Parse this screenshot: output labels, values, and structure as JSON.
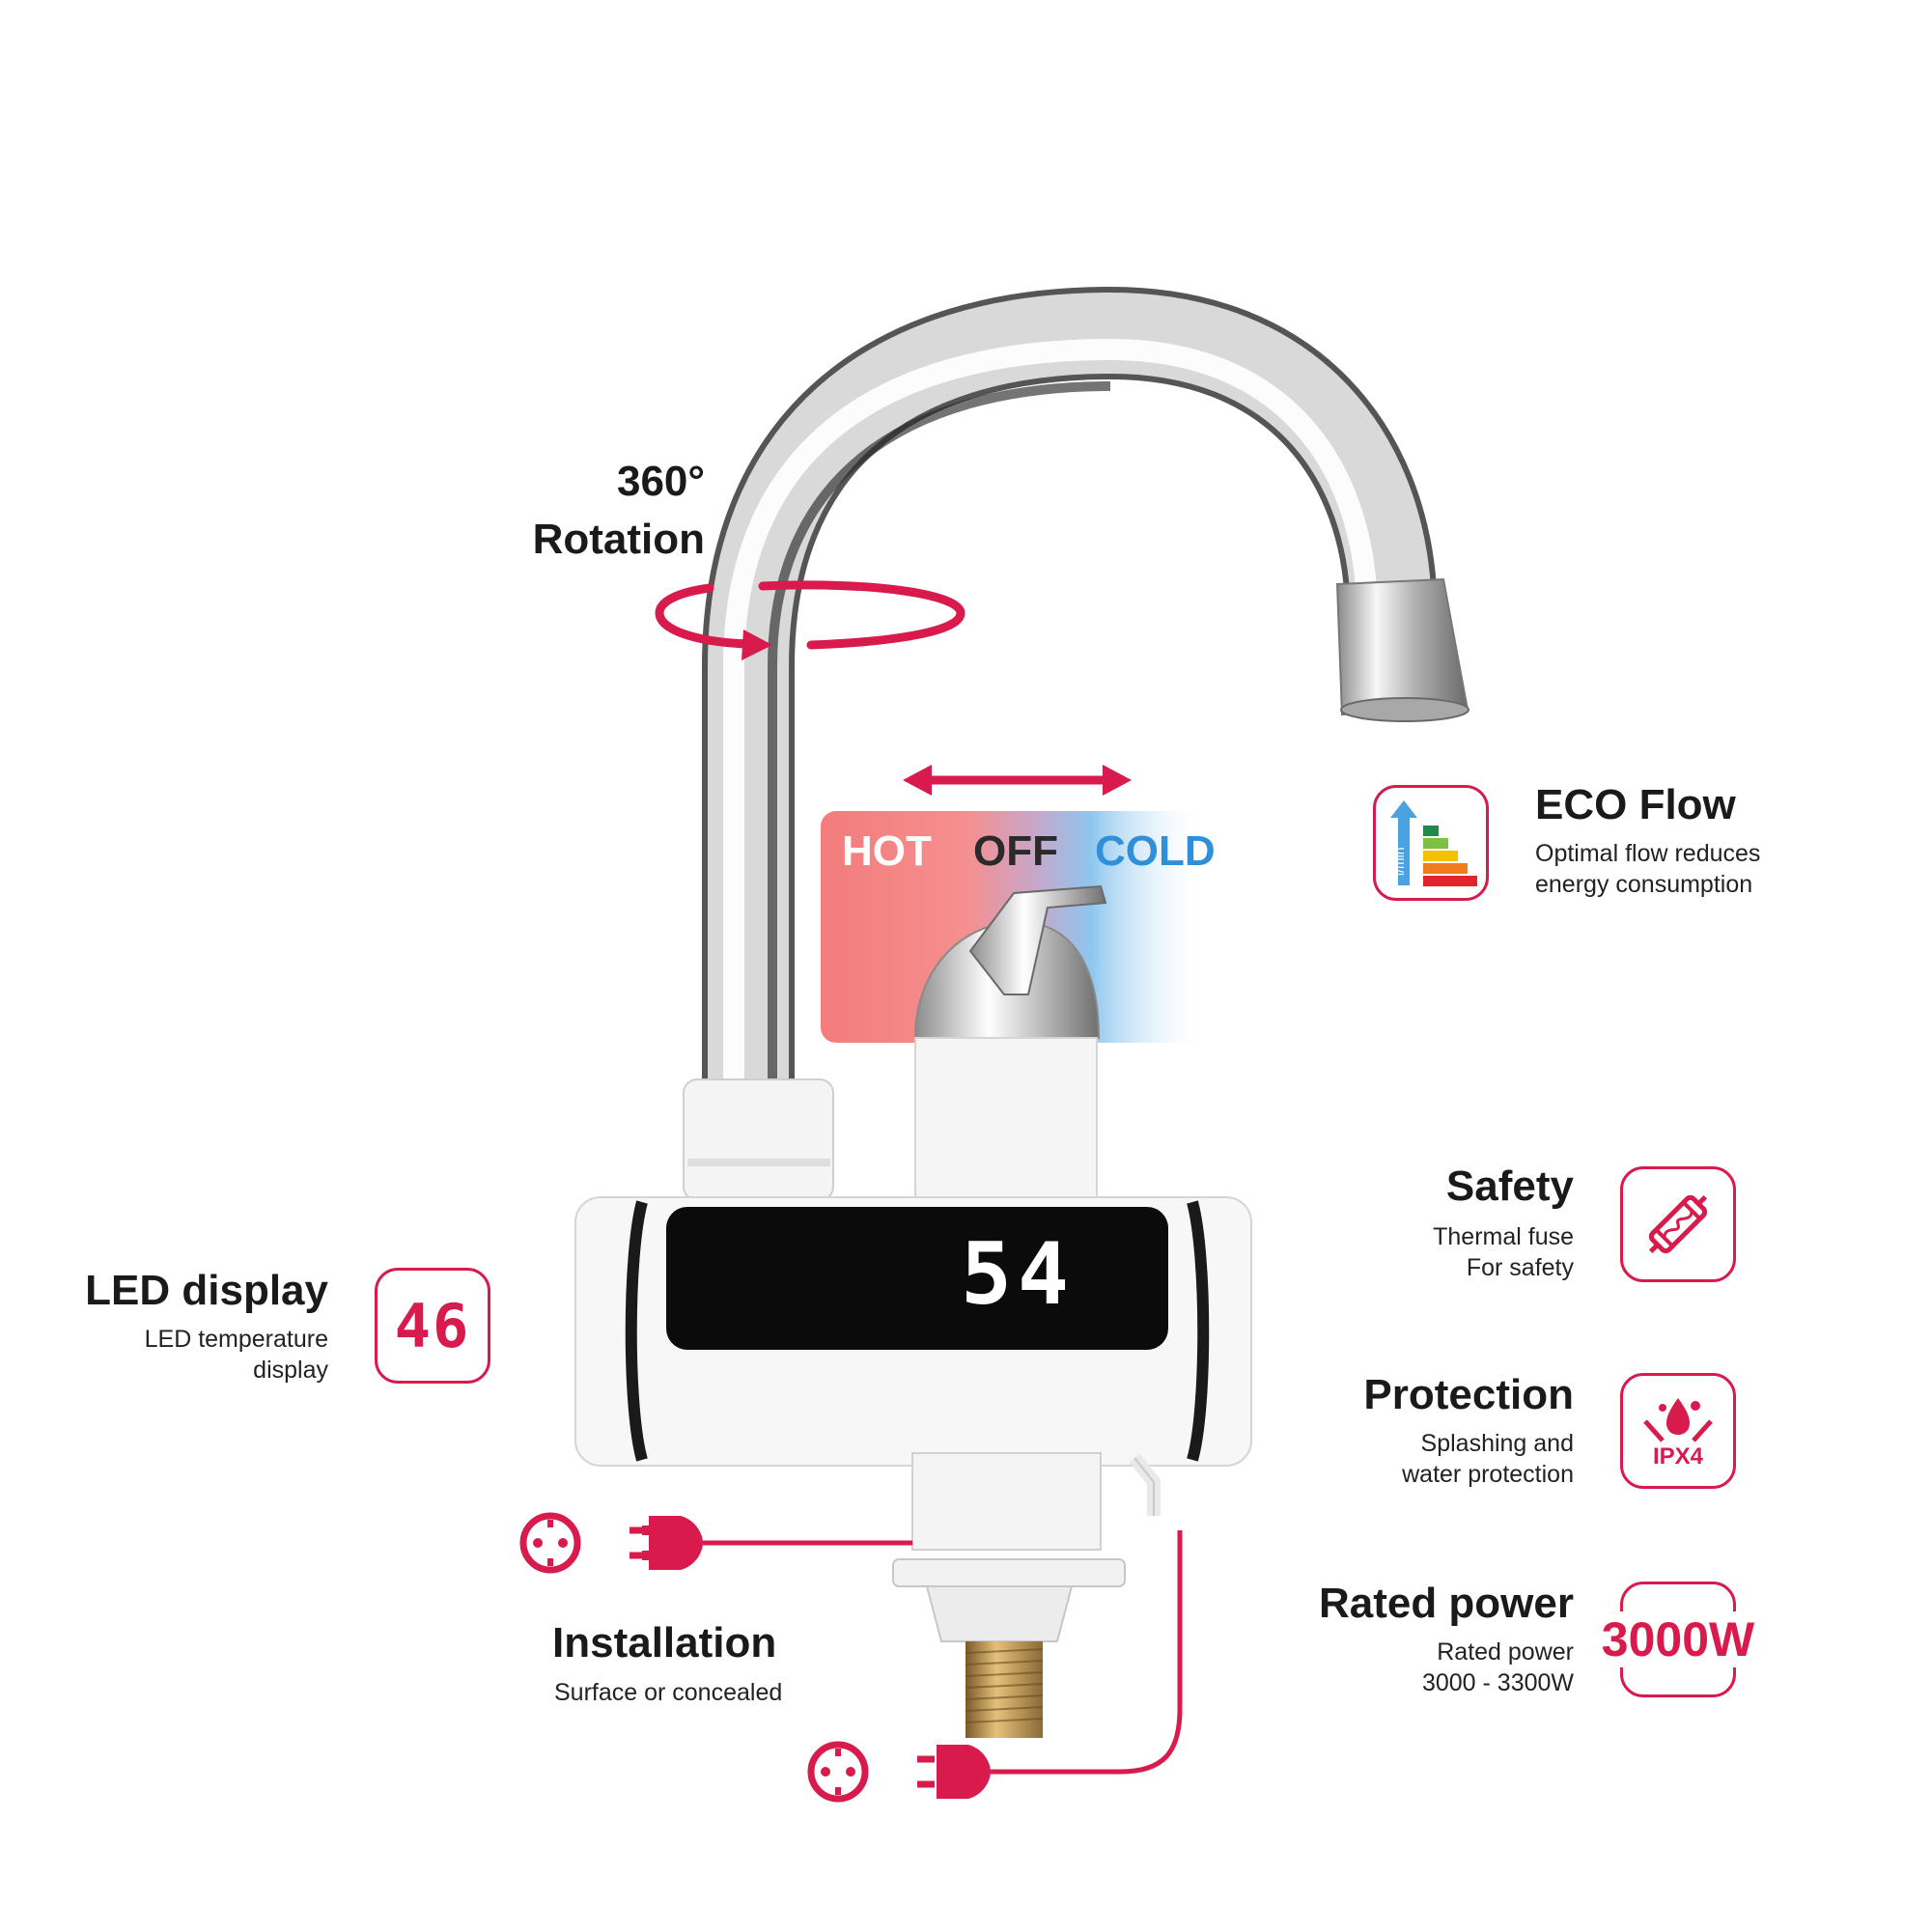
{
  "rotation": {
    "degrees": "360°",
    "label": "Rotation"
  },
  "lever": {
    "hot": "HOT",
    "off": "OFF",
    "cold": "COLD"
  },
  "eco": {
    "title": "ECO Flow",
    "line1": "Optimal flow reduces",
    "line2": "energy consumption",
    "icon_unit": "l/min",
    "icon": "eco-flow-bars-icon"
  },
  "safety": {
    "title": "Safety",
    "line1": "Thermal fuse",
    "line2": "For safety",
    "icon": "fuse-icon"
  },
  "led": {
    "title": "LED display",
    "line1": "LED temperature",
    "line2": "display",
    "icon_value": "46",
    "screen_value": "54"
  },
  "protection": {
    "title": "Protection",
    "line1": "Splashing and",
    "line2": "water protection",
    "badge": "IPX4",
    "icon": "water-drop-icon"
  },
  "power": {
    "title": "Rated power",
    "line1": "Rated power",
    "line2": "3000 - 3300W",
    "badge": "3000W"
  },
  "installation": {
    "title": "Installation",
    "line1": "Surface or concealed",
    "icons": [
      "socket-icon",
      "plug-icon"
    ]
  },
  "colors": {
    "accent": "#d81b4c",
    "hot": "#f47c7c",
    "cold": "#6fb6ea",
    "text": "#1a1a1a"
  }
}
